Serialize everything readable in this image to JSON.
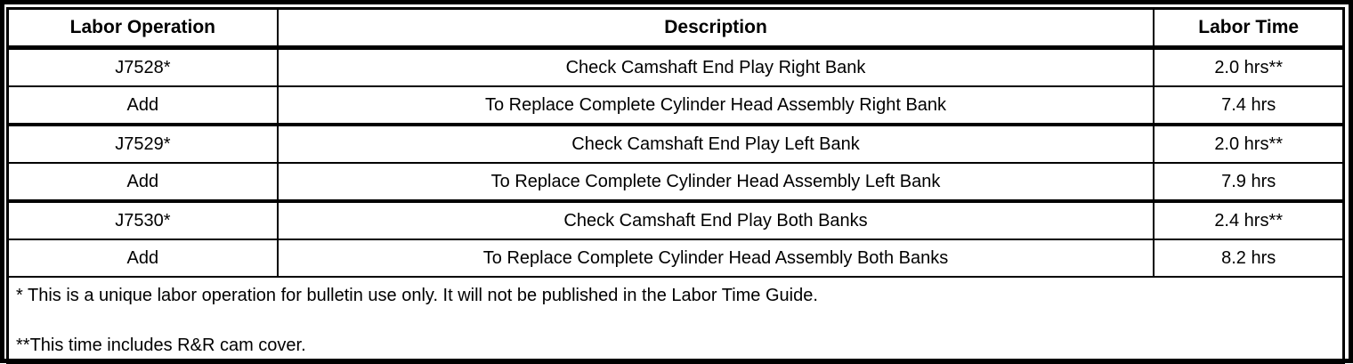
{
  "table": {
    "headers": {
      "operation": "Labor Operation",
      "description": "Description",
      "time": "Labor Time"
    },
    "rows": [
      {
        "operation": "J7528*",
        "description": "Check Camshaft End Play Right Bank",
        "time": "2.0 hrs**"
      },
      {
        "operation": "Add",
        "description": "To Replace Complete Cylinder Head Assembly Right Bank",
        "time": "7.4 hrs"
      },
      {
        "operation": "J7529*",
        "description": "Check Camshaft End Play Left Bank",
        "time": "2.0 hrs**"
      },
      {
        "operation": "Add",
        "description": "To Replace Complete Cylinder Head Assembly Left Bank",
        "time": "7.9 hrs"
      },
      {
        "operation": "J7530*",
        "description": "Check Camshaft End Play Both Banks",
        "time": "2.4 hrs**"
      },
      {
        "operation": "Add",
        "description": "To Replace Complete Cylinder Head Assembly Both Banks",
        "time": "8.2 hrs"
      }
    ],
    "footnotes": [
      "* This is a unique labor operation for bulletin use only. It will not be published in the Labor Time Guide.",
      "**This time includes R&R cam cover."
    ]
  },
  "colors": {
    "border": "#000000",
    "background": "#ffffff",
    "text": "#000000"
  }
}
